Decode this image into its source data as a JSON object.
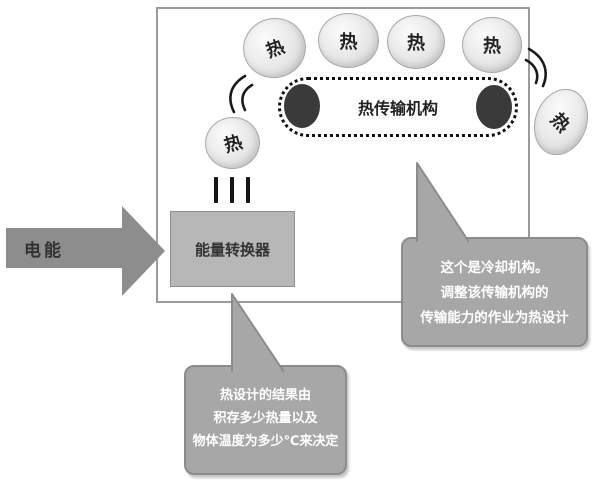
{
  "labels": {
    "electric_energy": "电能",
    "energy_converter": "能量转换器",
    "heat_transfer_mechanism": "热传输机构"
  },
  "bubbles": [
    {
      "label": "热"
    },
    {
      "label": "热"
    },
    {
      "label": "热"
    },
    {
      "label": "热"
    },
    {
      "label": "热"
    },
    {
      "label": "热"
    }
  ],
  "callouts": {
    "cooling": {
      "lines": [
        "这个是冷却机构。",
        "调整该传输机构的",
        "传输能力的作业为热设计"
      ]
    },
    "thermal_result": {
      "lines": [
        "热设计的结果由",
        "积存多少热量以及",
        "物体温度为多少℃来决定"
      ]
    }
  },
  "colors": {
    "arrow_fill": "#8d8d8d",
    "converter_fill": "#b7b7b7",
    "converter_border": "#8f8f8f",
    "callout_fill": "#a7a7a7",
    "callout_border": "#8c8c8c",
    "callout_text": "#ffffff",
    "frame_border": "#9b9b9b",
    "gear_fill": "#3a3a3a",
    "bubble_border": "#a8a8a8",
    "text_dark": "#333333",
    "belt_border": "#111111"
  }
}
